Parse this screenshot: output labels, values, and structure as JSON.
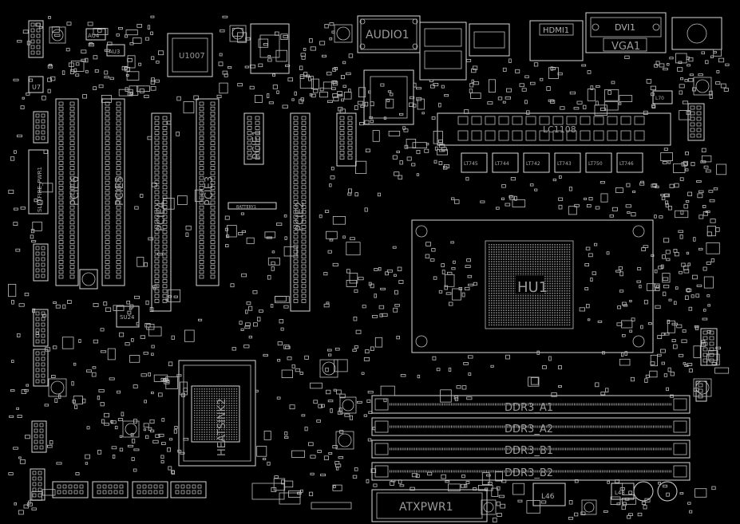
{
  "labels": {
    "audio": "AUDIO1",
    "hdmi": "HDMI1",
    "dvi": "DVI1",
    "vga": "VGA1",
    "u1007": "U1007",
    "au4": "AU4",
    "au3": "AU3",
    "u7": "U7",
    "sli": "SLI/XFIRE_PWR1",
    "pcie1": "PCIE1",
    "pcie2": "PCIE2",
    "pcie3": "PCIE3",
    "pcie4": "PCIE4",
    "pcie5": "PCIE5",
    "pcie6": "PCIE6",
    "battery": "BATTERY1",
    "cpu": "HU1",
    "heatsink": "HEATSINK2",
    "su24": "SU24",
    "lt745": "LT745",
    "lt744": "LT744",
    "lt742": "LT742",
    "lt743": "LT743",
    "lt750": "LT750",
    "lt746": "LT746",
    "lcc": "LC1108",
    "ddr_a1": "DDR3_A1",
    "ddr_a2": "DDR3_A2",
    "ddr_b1": "DDR3_B1",
    "ddr_b2": "DDR3_B2",
    "atxpwr": "ATXPWR1",
    "l46": "L46",
    "l48": "L48",
    "l70": "L70"
  },
  "colors": {
    "background": "#000000",
    "outline": "#d8d8d8",
    "label": "#9a9a9a"
  }
}
